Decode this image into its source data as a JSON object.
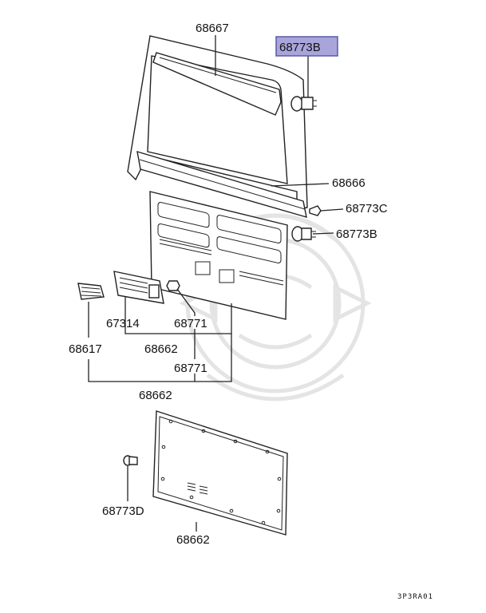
{
  "diagram": {
    "labels": {
      "door_trim_upper": "68667",
      "clip_b_highlighted": "68773B",
      "weatherstrip": "68666",
      "clip_c": "68773C",
      "clip_b": "68773B",
      "handle": "67314",
      "screw_1": "68771",
      "panel_1": "68662",
      "cap": "68617",
      "screw_2": "68771",
      "panel_2": "68662",
      "clip_d": "68773D",
      "panel_3": "68662"
    },
    "diagram_code": "3P3RA01",
    "colors": {
      "highlight_fill": "#a9a5db",
      "highlight_border": "#5b5aa8",
      "line": "#222222",
      "watermark": "#e2e2e2"
    }
  }
}
